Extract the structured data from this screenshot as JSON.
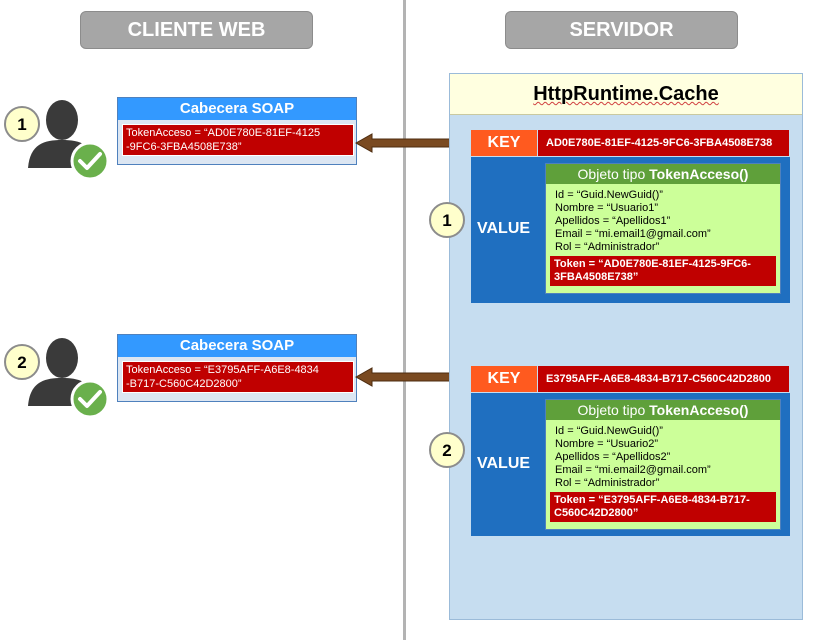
{
  "headers": {
    "client": "CLIENTE WEB",
    "server": "SERVIDOR"
  },
  "cache_title": "HttpRuntime.Cache",
  "clients": [
    {
      "badge": "1",
      "soap_title": "Cabecera SOAP",
      "token_line1": "TokenAcceso = “AD0E780E-81EF-4125",
      "token_line2": "-9FC6-3FBA4508E738”"
    },
    {
      "badge": "2",
      "soap_title": "Cabecera SOAP",
      "token_line1": "TokenAcceso = “E3795AFF-A6E8-4834",
      "token_line2": "-B717-C560C42D2800”"
    }
  ],
  "entries": [
    {
      "badge": "1",
      "key_label": "KEY",
      "key_value": "AD0E780E-81EF-4125-9FC6-3FBA4508E738",
      "value_label": "VALUE",
      "obj_prefix": "Objeto tipo ",
      "obj_type": "TokenAcceso()",
      "lines": [
        "Id = “Guid.NewGuid()”",
        "Nombre = “Usuario1”",
        "Apellidos = “Apellidos1”",
        "Email = “mi.email1@gmail.com”",
        "Rol = “Administrador”"
      ],
      "token_line1": "Token = “AD0E780E-81EF-4125-9FC6-",
      "token_line2": "3FBA4508E738”"
    },
    {
      "badge": "2",
      "key_label": "KEY",
      "key_value": "E3795AFF-A6E8-4834-B717-C560C42D2800",
      "value_label": "VALUE",
      "obj_prefix": "Objeto tipo ",
      "obj_type": "TokenAcceso()",
      "lines": [
        "Id = “Guid.NewGuid()”",
        "Nombre = “Usuario2”",
        "Apellidos = “Apellidos2”",
        "Email = “mi.email2@gmail.com”",
        "Rol = “Administrador”"
      ],
      "token_line1": "Token = “E3795AFF-A6E8-4834-B717-",
      "token_line2": "C560C42D2800”"
    }
  ],
  "colors": {
    "key": "#ff5a1f",
    "token": "#c00000",
    "value": "#1f6fc0",
    "object": "#ccff99",
    "check": "#6ab04c"
  },
  "icons": [
    "user-icon",
    "checkmark-icon",
    "double-arrow-icon"
  ]
}
